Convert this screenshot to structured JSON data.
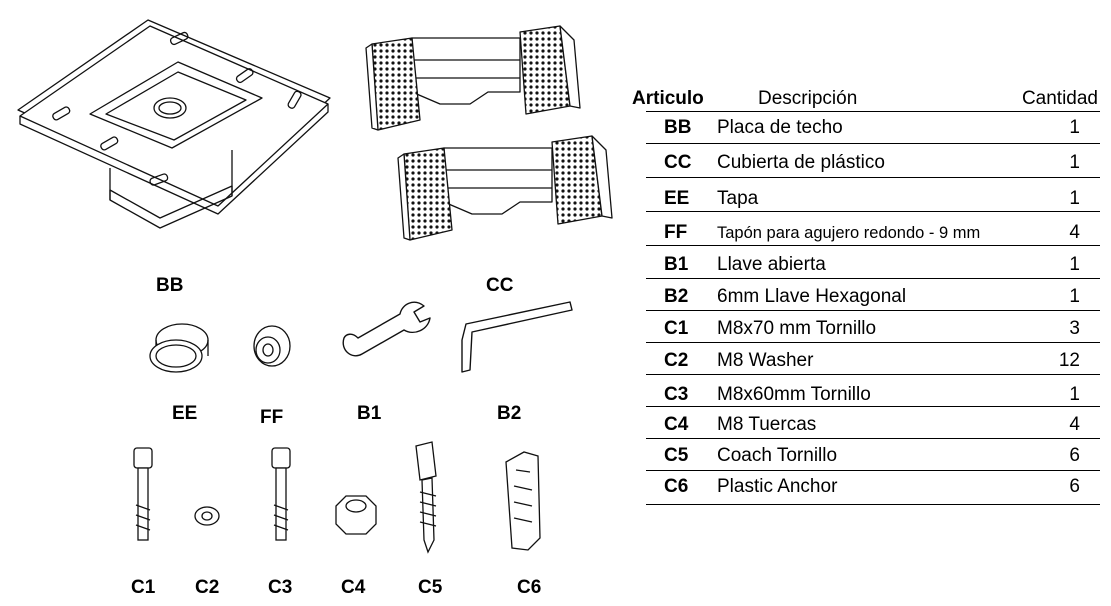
{
  "parts_labels": {
    "bb": "BB",
    "cc": "CC",
    "ee": "EE",
    "ff": "FF",
    "b1": "B1",
    "b2": "B2",
    "c1": "C1",
    "c2": "C2",
    "c3": "C3",
    "c4": "C4",
    "c5": "C5",
    "c6": "C6"
  },
  "table": {
    "headers": {
      "code": "Articulo",
      "description": "Descripción",
      "quantity": "Cantidad"
    },
    "rows": [
      {
        "code": "BB",
        "description": "Placa de techo",
        "quantity": "1"
      },
      {
        "code": "CC",
        "description": "Cubierta de plástico",
        "quantity": "1"
      },
      {
        "code": "EE",
        "description": "Tapa",
        "quantity": "1"
      },
      {
        "code": "FF",
        "description": "Tapón para agujero redondo - 9 mm",
        "quantity": "4"
      },
      {
        "code": "B1",
        "description": "Llave abierta",
        "quantity": "1"
      },
      {
        "code": "B2",
        "description": "6mm Llave Hexagonal",
        "quantity": "1"
      },
      {
        "code": "C1",
        "description": "M8x70 mm Tornillo",
        "quantity": "3"
      },
      {
        "code": "C2",
        "description": "M8 Washer",
        "quantity": "12"
      },
      {
        "code": "C3",
        "description": "M8x60mm Tornillo",
        "quantity": "1"
      },
      {
        "code": "C4",
        "description": "M8 Tuercas",
        "quantity": "4"
      },
      {
        "code": "C5",
        "description": "Coach Tornillo",
        "quantity": "6"
      },
      {
        "code": "C6",
        "description": "Plastic Anchor",
        "quantity": "6"
      }
    ]
  }
}
